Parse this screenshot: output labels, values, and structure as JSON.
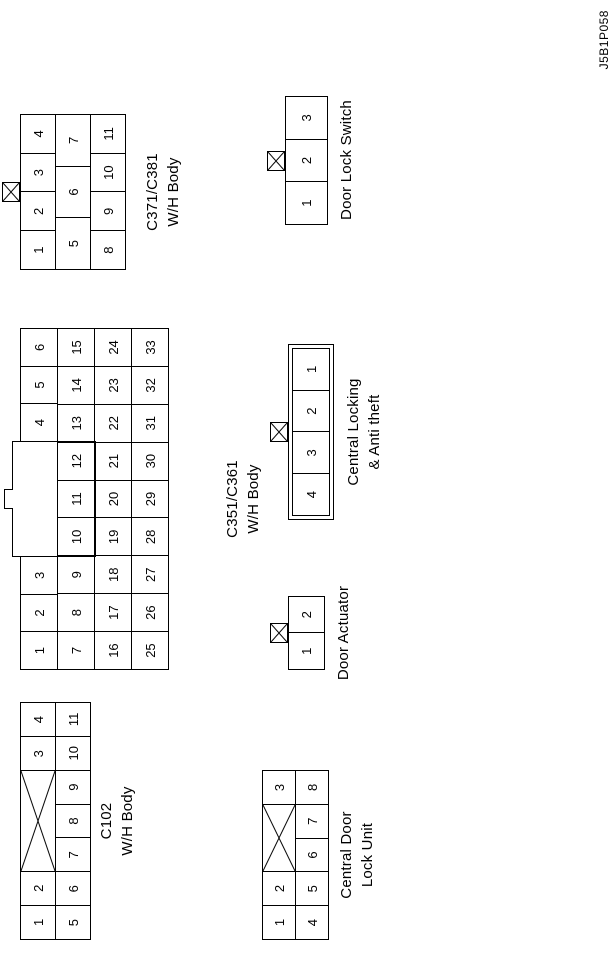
{
  "figure": {
    "code": "J5B1P058"
  },
  "connectors": {
    "c102": {
      "label_lines": [
        "C102",
        "W/H Body"
      ],
      "row1": [
        "1",
        "2",
        "X:3",
        "3",
        "4"
      ],
      "row2": [
        "5",
        "6",
        "7",
        "8",
        "9",
        "10",
        "11"
      ]
    },
    "c351_c361": {
      "label_lines": [
        "C351/C361",
        "W/H Body"
      ],
      "row1_left": [
        "1",
        "2",
        "3"
      ],
      "row1_right": [
        "4",
        "5",
        "6"
      ],
      "row2": [
        "7",
        "8",
        "9",
        "10",
        "11",
        "12",
        "13",
        "14",
        "15"
      ],
      "row3": [
        "16",
        "17",
        "18",
        "19",
        "20",
        "21",
        "22",
        "23",
        "24"
      ],
      "row4": [
        "25",
        "26",
        "27",
        "28",
        "29",
        "30",
        "31",
        "32",
        "33"
      ]
    },
    "c371_c381": {
      "label_lines": [
        "C371/C381",
        "W/H Body"
      ],
      "row1": [
        "1",
        "2",
        "3",
        "4"
      ],
      "row2": [
        "5",
        "6",
        "7"
      ],
      "row3": [
        "8",
        "9",
        "10",
        "11"
      ]
    },
    "central_door_lock_unit": {
      "label_lines": [
        "Central Door",
        "Lock Unit"
      ],
      "row1": [
        "1",
        "2",
        "X:2",
        "3"
      ],
      "row2": [
        "4",
        "5",
        "6",
        "7",
        "8"
      ]
    },
    "door_actuator": {
      "label_lines": [
        "Door Actuator"
      ],
      "row1": [
        "1",
        "2"
      ]
    },
    "central_locking_anti_theft": {
      "label_lines": [
        "Central Locking",
        "& Anti theft"
      ],
      "row1": [
        "4",
        "3",
        "2",
        "1"
      ]
    },
    "door_lock_switch": {
      "label_lines": [
        "Door Lock Switch"
      ],
      "row1": [
        "1",
        "2",
        "3"
      ]
    }
  }
}
